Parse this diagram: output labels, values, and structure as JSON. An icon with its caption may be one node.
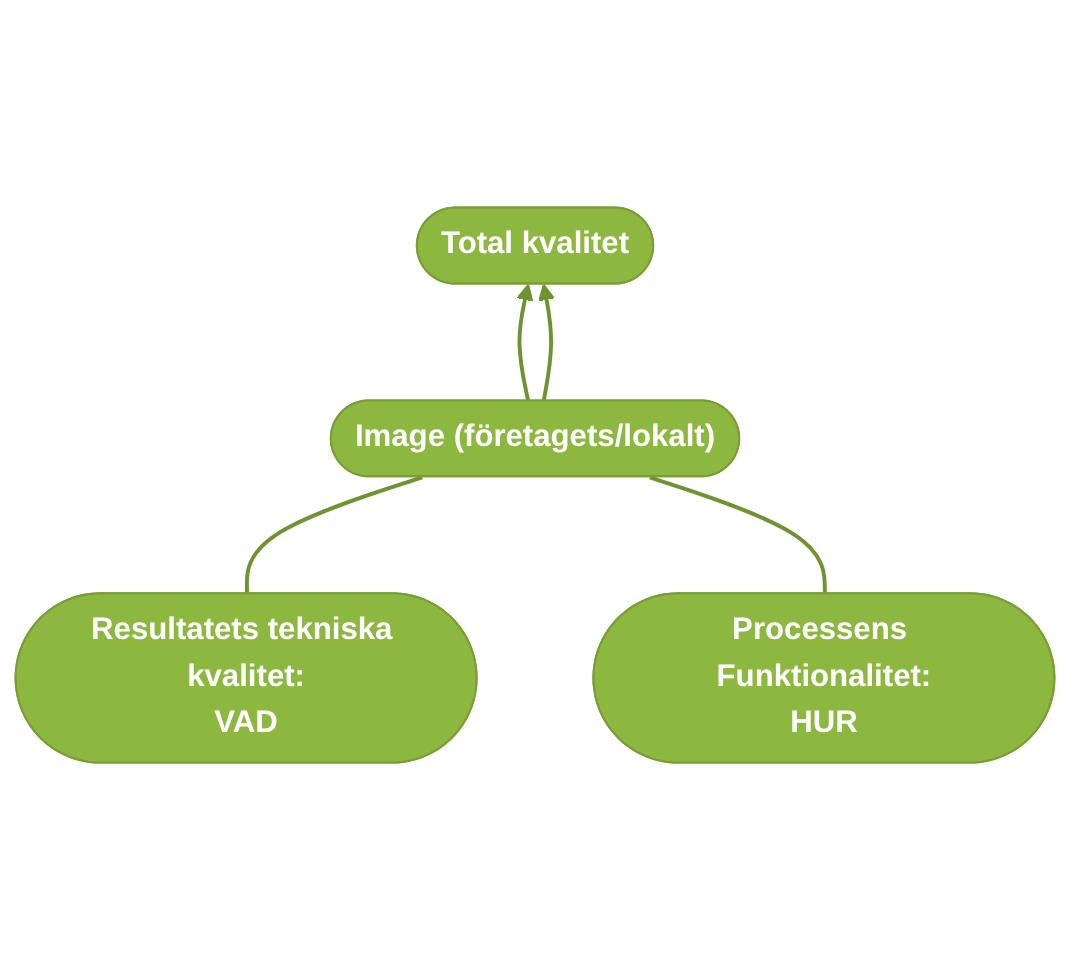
{
  "diagram": {
    "nodes": [
      {
        "text": [
          "Total kvalitet"
        ]
      },
      {
        "text": [
          "Image (företagets/lokalt)"
        ]
      },
      {
        "text": [
          "Resultatets tekniska kvalitet:",
          "VAD"
        ]
      },
      {
        "text": [
          "Processens Funktionalitet:",
          "HUR"
        ]
      }
    ],
    "edges": [
      {
        "from": 1,
        "to": 0,
        "arrow": "to"
      },
      {
        "from": 1,
        "to": 0,
        "arrow": "to"
      },
      {
        "from": 2,
        "to": 1,
        "arrow": "none"
      },
      {
        "from": 3,
        "to": 1,
        "arrow": "none"
      }
    ]
  }
}
